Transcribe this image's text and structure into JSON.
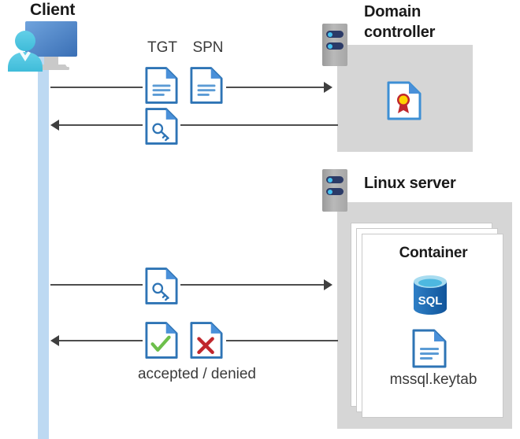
{
  "diagram": {
    "title": "Kerberos authentication flow between client, domain controller and Linux server container",
    "background": "#ffffff"
  },
  "colors": {
    "lifeline": "#bdd9f2",
    "panel_gray": "#d6d6d6",
    "doc_blue": "#2e74b5",
    "doc_fold_blue": "#4a90d9",
    "arrow": "#4d4d4d",
    "text": "#3b3b3b",
    "heading": "#1a1a1a",
    "sql_blue": "#1f6cb4",
    "check_green": "#6dbf4b",
    "cross_red": "#c0272d",
    "seal_red": "#c0272d",
    "seal_yellow": "#ffd400",
    "rack_gray": "#a6a6a6",
    "rack_bar": "#2b3a67",
    "rack_led": "#45c2f0"
  },
  "actors": {
    "client": {
      "label": "Client",
      "icon": "user-monitor-icon"
    },
    "domain_controller": {
      "label": "Domain\ncontroller",
      "label_line1": "Domain",
      "label_line2": "controller",
      "icon": "server-rack-icon",
      "contents": [
        {
          "name": "certificate-document",
          "icon": "certificate-icon",
          "label": ""
        }
      ]
    },
    "linux_server": {
      "label": "Linux server",
      "icon": "server-rack-icon",
      "container": {
        "label": "Container",
        "stack_count": 3,
        "contents": [
          {
            "name": "sql-database",
            "icon": "sql-database-icon",
            "label": "SQL"
          },
          {
            "name": "keytab-file",
            "icon": "document-icon",
            "label": "mssql.keytab"
          }
        ]
      }
    }
  },
  "messages": [
    {
      "id": "msg-1",
      "direction": "right",
      "from": "client",
      "to": "domain-controller",
      "artifacts": [
        {
          "label": "TGT",
          "icon": "document-icon"
        },
        {
          "label": "SPN",
          "icon": "document-icon"
        }
      ]
    },
    {
      "id": "msg-2",
      "direction": "left",
      "from": "domain-controller",
      "to": "client",
      "artifacts": [
        {
          "label": "",
          "icon": "key-document-icon"
        }
      ]
    },
    {
      "id": "msg-3",
      "direction": "right",
      "from": "client",
      "to": "linux-server",
      "artifacts": [
        {
          "label": "",
          "icon": "key-document-icon"
        }
      ]
    },
    {
      "id": "msg-4",
      "direction": "left",
      "from": "linux-server",
      "to": "client",
      "caption": "accepted / denied",
      "artifacts": [
        {
          "label": "accepted",
          "icon": "check-document-icon"
        },
        {
          "label": "denied",
          "icon": "cross-document-icon"
        }
      ]
    }
  ],
  "labels": {
    "tgt": "TGT",
    "spn": "SPN",
    "client": "Client",
    "domain_controller_line1": "Domain",
    "domain_controller_line2": "controller",
    "linux_server": "Linux server",
    "container": "Container",
    "keytab": "mssql.keytab",
    "accepted_denied": "accepted / denied"
  }
}
